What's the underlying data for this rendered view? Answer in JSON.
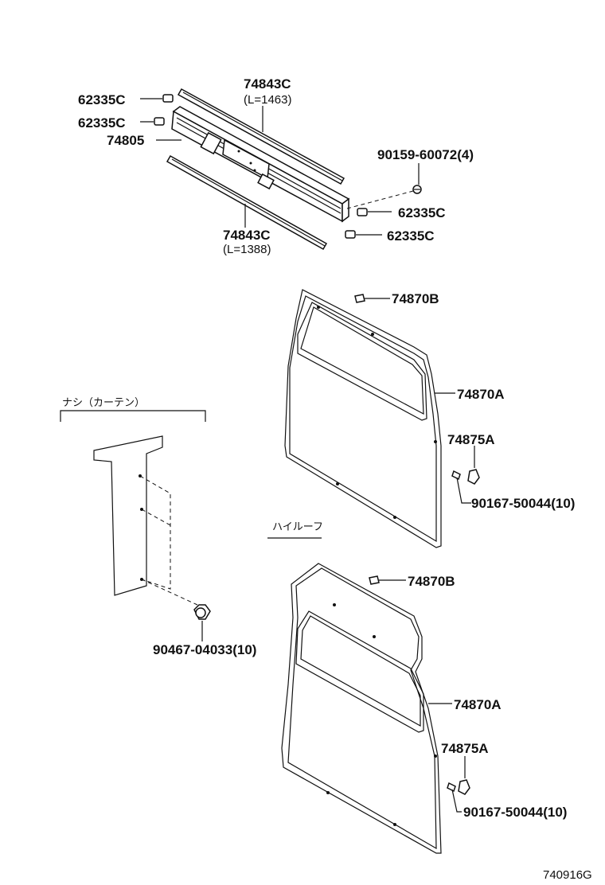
{
  "callouts": {
    "p62335c_1": "62335C",
    "p62335c_2": "62335C",
    "p74805": "74805",
    "p74843c_top": "74843C",
    "p74843c_top_len": "(L=1463)",
    "p74843c_bottom": "74843C",
    "p74843c_bottom_len": "(L=1388)",
    "p90159": "90159-60072(4)",
    "p62335c_3": "62335C",
    "p62335c_4": "62335C",
    "p74870b_1": "74870B",
    "p74870a_1": "74870A",
    "p74875a_1": "74875A",
    "p90167_1": "90167-50044(10)",
    "p74870b_2": "74870B",
    "p74870a_2": "74870A",
    "p74875a_2": "74875A",
    "p90167_2": "90167-50044(10)",
    "p90467": "90467-04033(10)"
  },
  "notes": {
    "no_curtain": "ナシ（カーテン）",
    "high_roof": "ハイルーフ"
  },
  "figure_id": "740916G"
}
